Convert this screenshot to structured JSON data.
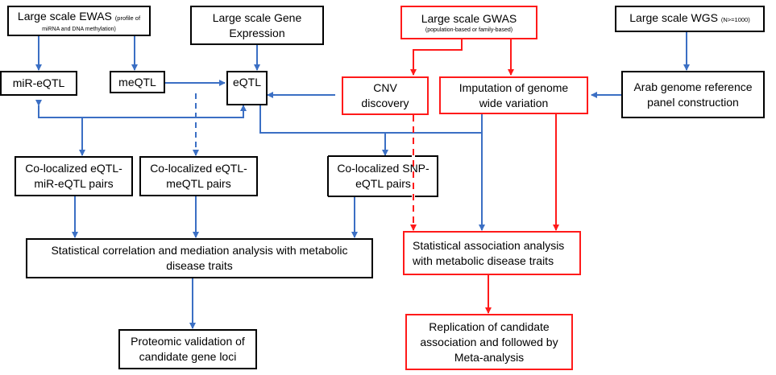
{
  "colors": {
    "blue": "#3b6fc4",
    "red": "#ff1a1a",
    "black": "#000000"
  },
  "nodes": {
    "ewas": {
      "title": "Large scale EWAS",
      "note_a": "(profile of",
      "note_b": "miRNA and DNA methylation)"
    },
    "gene_expr": {
      "line1": "Large scale Gene",
      "line2": "Expression"
    },
    "gwas": {
      "title": "Large scale GWAS",
      "note": "(population-based or family-based)"
    },
    "wgs": {
      "title": "Large scale WGS",
      "note": "(N>=1000)"
    },
    "mir_eqtl": {
      "label": "miR-eQTL"
    },
    "meqtl": {
      "label": "meQTL"
    },
    "eqtl": {
      "label": "eQTL"
    },
    "cnv": {
      "line1": "CNV",
      "line2": "discovery"
    },
    "imputation": {
      "line1": "Imputation of genome",
      "line2": "wide variation"
    },
    "arab": {
      "line1": "Arab genome reference",
      "line2": "panel construction"
    },
    "coloc_mir": {
      "line1": "Co-localized eQTL-",
      "line2": "miR-eQTL pairs"
    },
    "coloc_me": {
      "line1": "Co-localized eQTL-",
      "line2": "meQTL pairs"
    },
    "coloc_snp": {
      "line1": "Co-localized SNP-",
      "line2": "eQTL pairs"
    },
    "stat_corr": {
      "line1": "Statistical correlation and mediation analysis with metabolic",
      "line2": "disease traits"
    },
    "stat_assoc": {
      "line1": "Statistical association analysis",
      "line2": "with metabolic disease traits"
    },
    "proteomic": {
      "line1": "Proteomic validation of",
      "line2": "candidate gene loci"
    },
    "replication": {
      "line1": "Replication of candidate",
      "line2": "association and followed by",
      "line3": "Meta-analysis"
    }
  }
}
